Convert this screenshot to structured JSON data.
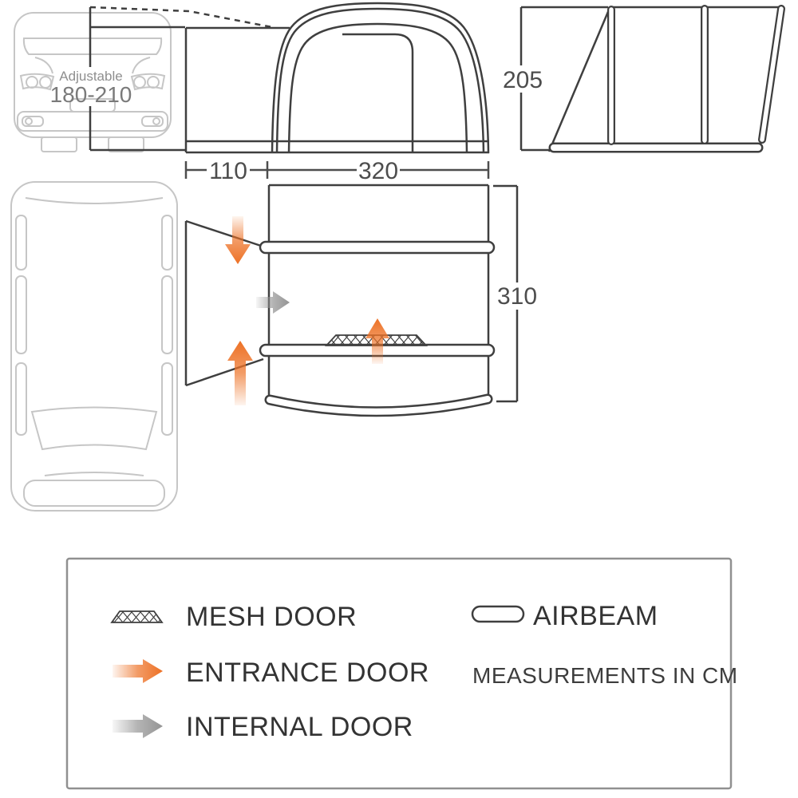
{
  "colors": {
    "line_dark": "#3f3f3f",
    "van_grey": "#c6c6c6",
    "dim_text_grey": "#4d4d4d",
    "van_text_grey": "#7a7a7a",
    "entrance_orange": "#ed7125",
    "internal_grey": "#949494",
    "legend_border_grey": "#909090"
  },
  "van_front": {
    "label_line1": "Adjustable",
    "label_line2": "180-210"
  },
  "dimensions": {
    "tunnel_width": "110",
    "awning_width": "320",
    "side_height": "205",
    "awning_depth": "310"
  },
  "legend": {
    "mesh_door": "MESH DOOR",
    "entrance_door": "ENTRANCE DOOR",
    "internal_door": "INTERNAL DOOR",
    "airbeam": "AIRBEAM",
    "note": "MEASUREMENTS IN CM"
  }
}
